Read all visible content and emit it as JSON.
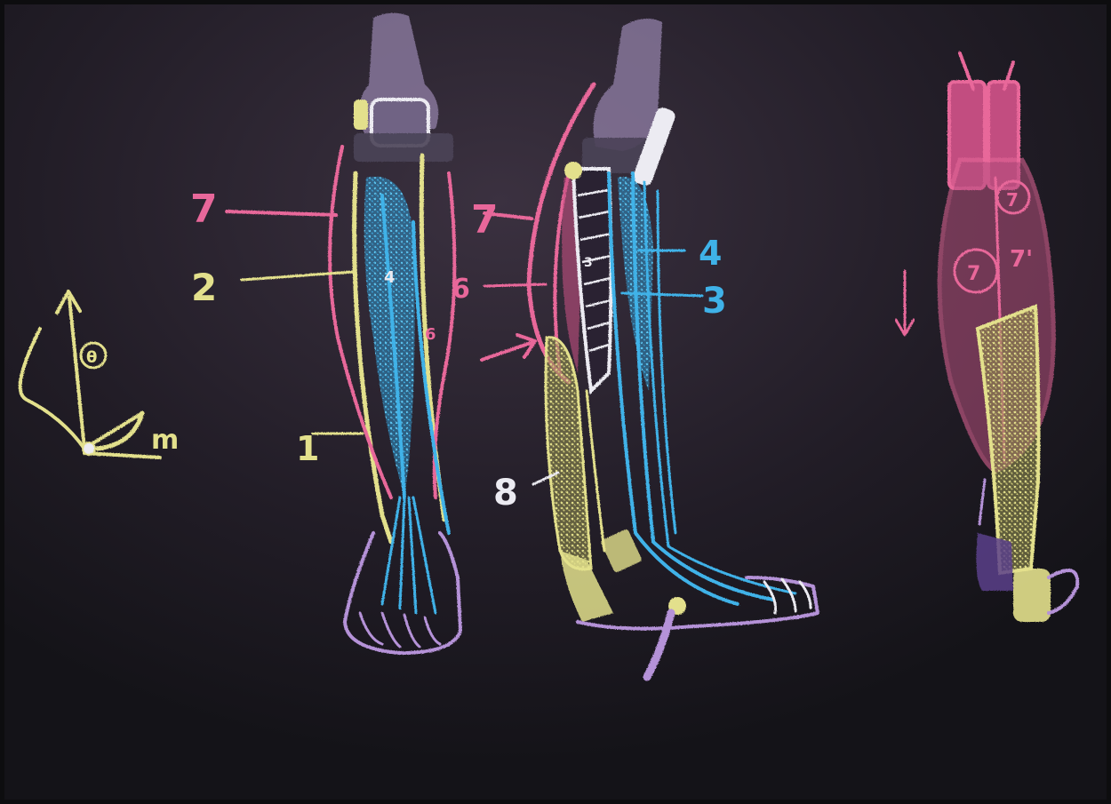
{
  "colors": {
    "board": "#1a1a20",
    "board_haze": "#3b3140",
    "pink": "#e8679a",
    "yellow": "#e3e08c",
    "blue": "#3fb2e8",
    "violet": "#b592d8",
    "white": "#ecebf2"
  },
  "labels": {
    "front_7": "7",
    "front_2": "2",
    "front_1": "1",
    "front_6_outer": "6",
    "front_4_inner": "4",
    "front_6_inner": "6",
    "side_7": "7",
    "side_3_inner": "3",
    "side_4": "4",
    "side_3": "3",
    "side_8": "8",
    "back_7_left": "7",
    "back_7_right": "7'",
    "back_7_top": "7",
    "diagram_theta": "θ",
    "diagram_m": "m"
  },
  "icons": {
    "diagram": "pendulum-arc-diagram",
    "front_leg": "leg-anterior-view-drawing",
    "side_leg": "leg-lateral-view-drawing",
    "back_leg": "leg-posterior-view-drawing",
    "arrow": "down-arrow-icon"
  }
}
